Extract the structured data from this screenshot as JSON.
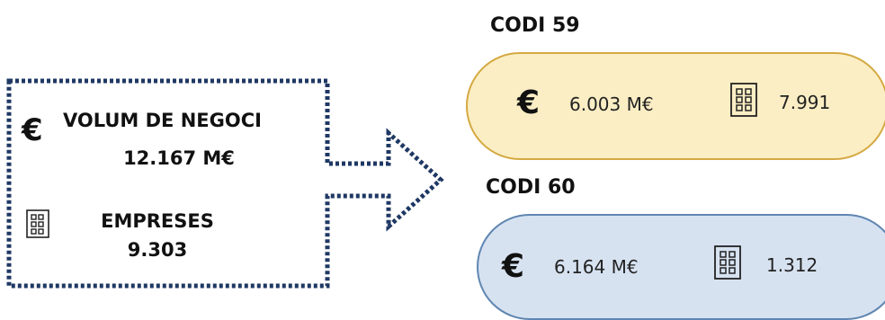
{
  "summary": {
    "volume_label": "VOLUM DE NEGOCI",
    "volume_value": "12.167 M€",
    "companies_label": "EMPRESES",
    "companies_value": "9.303",
    "euro_symbol": "€"
  },
  "codes": [
    {
      "title": "CODI 59",
      "volume": "6.003 M€",
      "companies": "7.991",
      "fill": "#fbeec4",
      "stroke": "#d5a942"
    },
    {
      "title": "CODI 60",
      "volume": "6.164 M€",
      "companies": "1.312",
      "fill": "#d7e2f1",
      "stroke": "#5f86b1"
    }
  ],
  "icons": {
    "currency": "euro-icon",
    "companies": "building-icon"
  },
  "colors": {
    "arrow_outline": "#1f3864"
  }
}
